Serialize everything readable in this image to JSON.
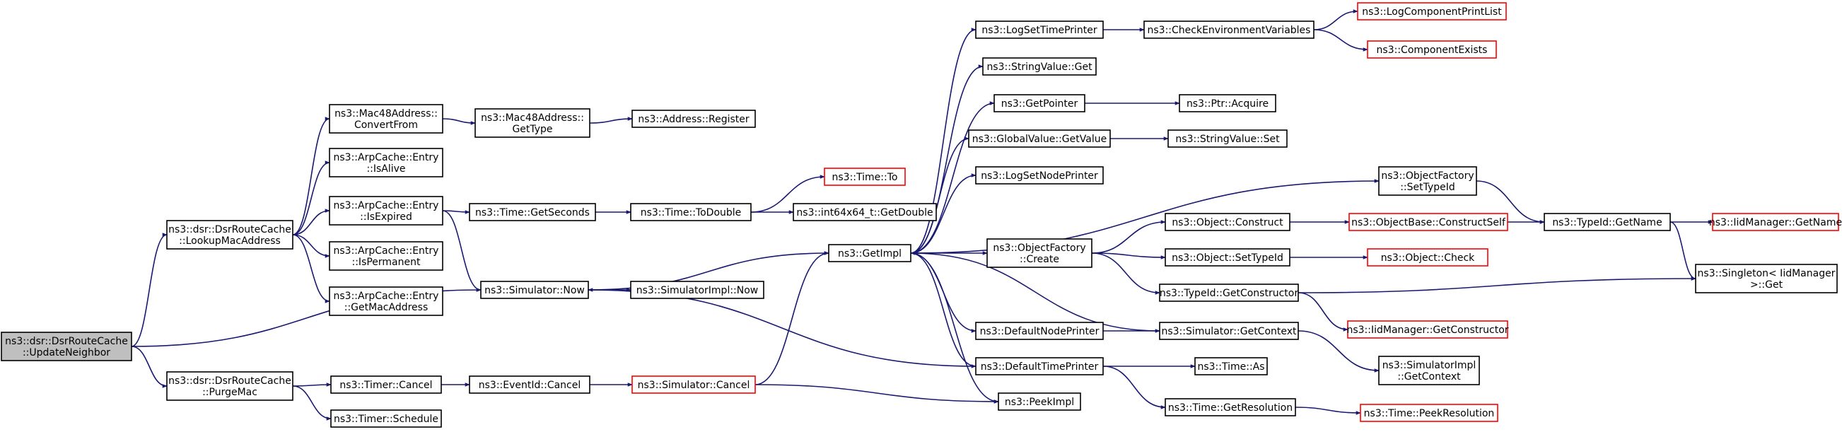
{
  "colors": {
    "edge": "#191970",
    "node_border": "#000000",
    "external_border": "#ff0000",
    "focus_fill": "#bfbfbf",
    "node_fill": "#ffffff"
  },
  "nodes": [
    {
      "id": "update-neighbor",
      "lines": [
        "ns3::dsr::DsrRouteCache",
        "::UpdateNeighbor"
      ],
      "focus": true
    },
    {
      "id": "lookup-mac-address",
      "lines": [
        "ns3::dsr::DsrRouteCache",
        "::LookupMacAddress"
      ]
    },
    {
      "id": "purge-mac",
      "lines": [
        "ns3::dsr::DsrRouteCache",
        "::PurgeMac"
      ]
    },
    {
      "id": "mac48-convert-from",
      "lines": [
        "ns3::Mac48Address::",
        "ConvertFrom"
      ]
    },
    {
      "id": "arpcache-is-alive",
      "lines": [
        "ns3::ArpCache::Entry",
        "::IsAlive"
      ]
    },
    {
      "id": "arpcache-is-expired",
      "lines": [
        "ns3::ArpCache::Entry",
        "::IsExpired"
      ]
    },
    {
      "id": "arpcache-is-permanent",
      "lines": [
        "ns3::ArpCache::Entry",
        "::IsPermanent"
      ]
    },
    {
      "id": "arpcache-get-mac-address",
      "lines": [
        "ns3::ArpCache::Entry",
        "::GetMacAddress"
      ]
    },
    {
      "id": "simulator-now",
      "lines": [
        "ns3::Simulator::Now"
      ]
    },
    {
      "id": "timer-cancel",
      "lines": [
        "ns3::Timer::Cancel"
      ]
    },
    {
      "id": "timer-schedule",
      "lines": [
        "ns3::Timer::Schedule"
      ]
    },
    {
      "id": "mac48-get-type",
      "lines": [
        "ns3::Mac48Address::",
        "GetType"
      ]
    },
    {
      "id": "address-register",
      "lines": [
        "ns3::Address::Register"
      ]
    },
    {
      "id": "time-get-seconds",
      "lines": [
        "ns3::Time::GetSeconds"
      ]
    },
    {
      "id": "time-to-double",
      "lines": [
        "ns3::Time::ToDouble"
      ]
    },
    {
      "id": "time-to",
      "lines": [
        "ns3::Time::To"
      ],
      "external": true
    },
    {
      "id": "int64x64-get-double",
      "lines": [
        "ns3::int64x64_t::GetDouble"
      ]
    },
    {
      "id": "simulatorimpl-now",
      "lines": [
        "ns3::SimulatorImpl::Now"
      ]
    },
    {
      "id": "eventid-cancel",
      "lines": [
        "ns3::EventId::Cancel"
      ]
    },
    {
      "id": "simulator-cancel",
      "lines": [
        "ns3::Simulator::Cancel"
      ],
      "external": true
    },
    {
      "id": "get-impl",
      "lines": [
        "ns3::GetImpl"
      ]
    },
    {
      "id": "log-set-time-printer",
      "lines": [
        "ns3::LogSetTimePrinter"
      ]
    },
    {
      "id": "string-value-get",
      "lines": [
        "ns3::StringValue::Get"
      ]
    },
    {
      "id": "get-pointer",
      "lines": [
        "ns3::GetPointer"
      ]
    },
    {
      "id": "global-value-get-value",
      "lines": [
        "ns3::GlobalValue::GetValue"
      ]
    },
    {
      "id": "log-set-node-printer",
      "lines": [
        "ns3::LogSetNodePrinter"
      ]
    },
    {
      "id": "object-factory-create",
      "lines": [
        "ns3::ObjectFactory",
        "::Create"
      ]
    },
    {
      "id": "default-node-printer",
      "lines": [
        "ns3::DefaultNodePrinter"
      ]
    },
    {
      "id": "default-time-printer",
      "lines": [
        "ns3::DefaultTimePrinter"
      ]
    },
    {
      "id": "peek-impl",
      "lines": [
        "ns3::PeekImpl"
      ]
    },
    {
      "id": "check-environment-variables",
      "lines": [
        "ns3::CheckEnvironmentVariables"
      ]
    },
    {
      "id": "ptr-acquire",
      "lines": [
        "ns3::Ptr::Acquire"
      ]
    },
    {
      "id": "string-value-set",
      "lines": [
        "ns3::StringValue::Set"
      ]
    },
    {
      "id": "object-construct",
      "lines": [
        "ns3::Object::Construct"
      ]
    },
    {
      "id": "object-set-type-id",
      "lines": [
        "ns3::Object::SetTypeId"
      ]
    },
    {
      "id": "typeid-get-constructor",
      "lines": [
        "ns3::TypeId::GetConstructor"
      ]
    },
    {
      "id": "simulator-get-context",
      "lines": [
        "ns3::Simulator::GetContext"
      ]
    },
    {
      "id": "time-as",
      "lines": [
        "ns3::Time::As"
      ]
    },
    {
      "id": "time-get-resolution",
      "lines": [
        "ns3::Time::GetResolution"
      ]
    },
    {
      "id": "log-component-print-list",
      "lines": [
        "ns3::LogComponentPrintList"
      ],
      "external": true
    },
    {
      "id": "component-exists",
      "lines": [
        "ns3::ComponentExists"
      ],
      "external": true
    },
    {
      "id": "object-factory-set-type-id",
      "lines": [
        "ns3::ObjectFactory",
        "::SetTypeId"
      ]
    },
    {
      "id": "objectbase-construct-self",
      "lines": [
        "ns3::ObjectBase::ConstructSelf"
      ],
      "external": true
    },
    {
      "id": "object-check",
      "lines": [
        "ns3::Object::Check"
      ],
      "external": true
    },
    {
      "id": "iidmanager-get-constructor",
      "lines": [
        "ns3::IidManager::GetConstructor"
      ],
      "external": true
    },
    {
      "id": "simulatorimpl-get-context",
      "lines": [
        "ns3::SimulatorImpl",
        "::GetContext"
      ]
    },
    {
      "id": "time-peek-resolution",
      "lines": [
        "ns3::Time::PeekResolution"
      ],
      "external": true
    },
    {
      "id": "typeid-get-name",
      "lines": [
        "ns3::TypeId::GetName"
      ]
    },
    {
      "id": "iidmanager-get-name",
      "lines": [
        "ns3::IidManager::GetName"
      ],
      "external": true
    },
    {
      "id": "singleton-get",
      "lines": [
        "ns3::Singleton< IidManager",
        ">::Get"
      ]
    }
  ],
  "edges": [
    {
      "from": "update-neighbor",
      "to": "lookup-mac-address"
    },
    {
      "from": "update-neighbor",
      "to": "simulator-now"
    },
    {
      "from": "update-neighbor",
      "to": "purge-mac"
    },
    {
      "from": "lookup-mac-address",
      "to": "mac48-convert-from"
    },
    {
      "from": "lookup-mac-address",
      "to": "arpcache-is-alive"
    },
    {
      "from": "lookup-mac-address",
      "to": "arpcache-is-expired"
    },
    {
      "from": "lookup-mac-address",
      "to": "arpcache-is-permanent"
    },
    {
      "from": "lookup-mac-address",
      "to": "arpcache-get-mac-address"
    },
    {
      "from": "purge-mac",
      "to": "timer-cancel"
    },
    {
      "from": "purge-mac",
      "to": "timer-schedule"
    },
    {
      "from": "mac48-convert-from",
      "to": "mac48-get-type"
    },
    {
      "from": "mac48-get-type",
      "to": "address-register"
    },
    {
      "from": "arpcache-is-expired",
      "to": "time-get-seconds"
    },
    {
      "from": "arpcache-is-expired",
      "to": "simulator-now"
    },
    {
      "from": "time-get-seconds",
      "to": "time-to-double"
    },
    {
      "from": "time-to-double",
      "to": "time-to"
    },
    {
      "from": "time-to-double",
      "to": "int64x64-get-double"
    },
    {
      "from": "simulator-now",
      "to": "get-impl"
    },
    {
      "from": "simulator-now",
      "to": "simulatorimpl-now"
    },
    {
      "from": "timer-cancel",
      "to": "eventid-cancel"
    },
    {
      "from": "eventid-cancel",
      "to": "simulator-cancel"
    },
    {
      "from": "simulator-cancel",
      "to": "get-impl"
    },
    {
      "from": "simulator-cancel",
      "to": "peek-impl"
    },
    {
      "from": "get-impl",
      "to": "log-set-time-printer"
    },
    {
      "from": "get-impl",
      "to": "string-value-get"
    },
    {
      "from": "get-impl",
      "to": "get-pointer"
    },
    {
      "from": "get-impl",
      "to": "global-value-get-value"
    },
    {
      "from": "get-impl",
      "to": "log-set-node-printer"
    },
    {
      "from": "get-impl",
      "to": "object-factory-set-type-id"
    },
    {
      "from": "get-impl",
      "to": "object-factory-create"
    },
    {
      "from": "get-impl",
      "to": "default-node-printer"
    },
    {
      "from": "get-impl",
      "to": "default-time-printer"
    },
    {
      "from": "get-impl",
      "to": "peek-impl"
    },
    {
      "from": "log-set-time-printer",
      "to": "check-environment-variables"
    },
    {
      "from": "check-environment-variables",
      "to": "log-component-print-list"
    },
    {
      "from": "check-environment-variables",
      "to": "component-exists"
    },
    {
      "from": "get-pointer",
      "to": "ptr-acquire"
    },
    {
      "from": "global-value-get-value",
      "to": "string-value-set"
    },
    {
      "from": "object-factory-create",
      "to": "object-construct"
    },
    {
      "from": "object-factory-create",
      "to": "object-set-type-id"
    },
    {
      "from": "object-factory-create",
      "to": "typeid-get-constructor"
    },
    {
      "from": "object-construct",
      "to": "objectbase-construct-self"
    },
    {
      "from": "objectbase-construct-self",
      "to": "typeid-get-name"
    },
    {
      "from": "object-set-type-id",
      "to": "object-check"
    },
    {
      "from": "typeid-get-constructor",
      "to": "iidmanager-get-constructor"
    },
    {
      "from": "typeid-get-constructor",
      "to": "singleton-get"
    },
    {
      "from": "object-factory-set-type-id",
      "to": "typeid-get-name"
    },
    {
      "from": "typeid-get-name",
      "to": "iidmanager-get-name"
    },
    {
      "from": "typeid-get-name",
      "to": "singleton-get"
    },
    {
      "from": "default-node-printer",
      "to": "simulator-get-context"
    },
    {
      "from": "simulator-get-context",
      "to": "get-impl"
    },
    {
      "from": "simulator-get-context",
      "to": "simulatorimpl-get-context"
    },
    {
      "from": "default-time-printer",
      "to": "simulator-now"
    },
    {
      "from": "default-time-printer",
      "to": "time-as"
    },
    {
      "from": "default-time-printer",
      "to": "time-get-resolution"
    },
    {
      "from": "time-get-resolution",
      "to": "time-peek-resolution"
    }
  ]
}
